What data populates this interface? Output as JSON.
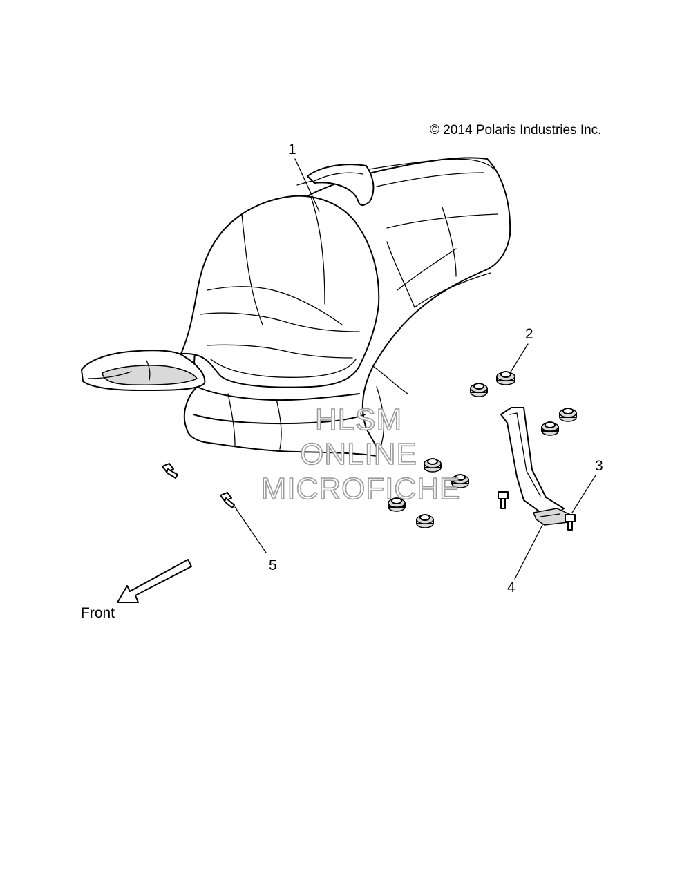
{
  "copyright": "© 2014 Polaris Industries Inc.",
  "watermark": [
    "HLSM",
    "ONLINE",
    "MICROFICHE"
  ],
  "front_label": "Front",
  "callouts": [
    "1",
    "2",
    "3",
    "4",
    "5"
  ]
}
